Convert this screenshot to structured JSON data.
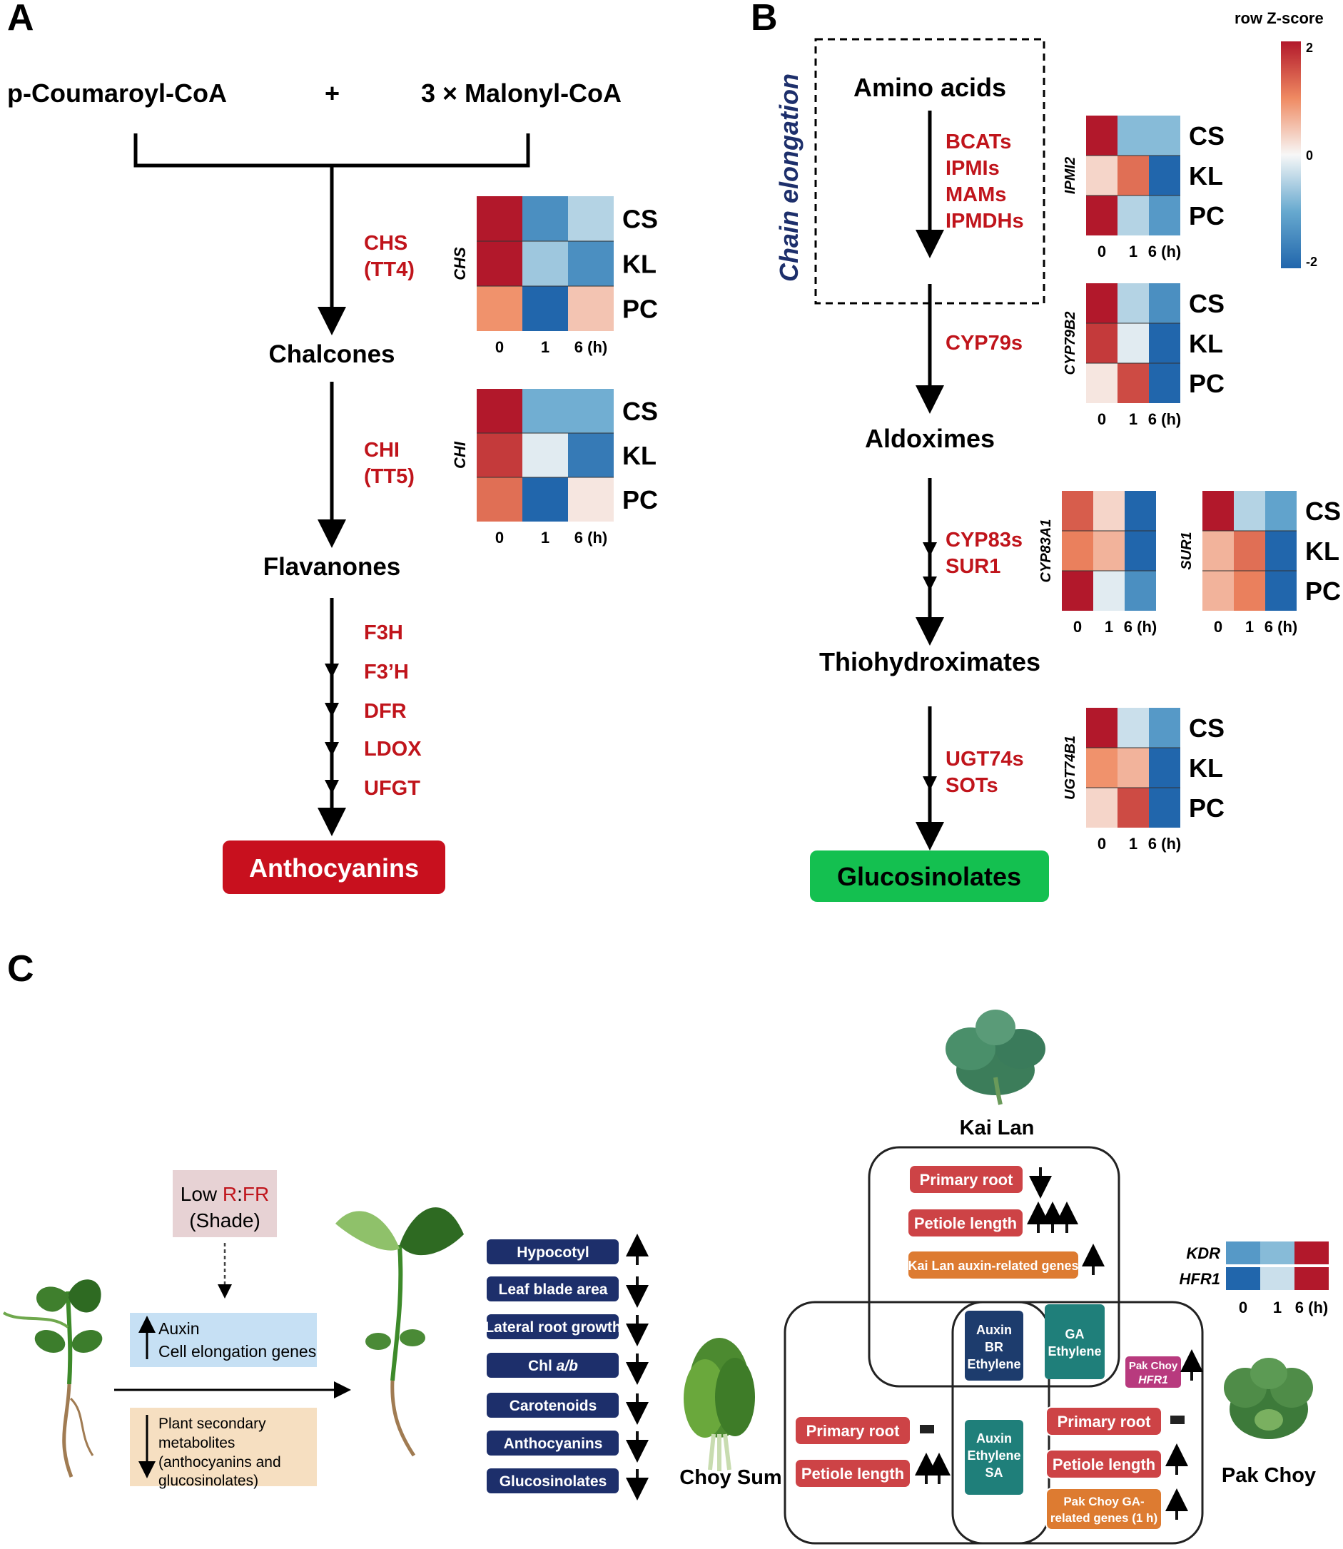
{
  "colors": {
    "enzyme": "#c0141b",
    "heat_red": "#b2182b",
    "heat_blue": "#2166ac",
    "anthocyanin_box": "#c8101e",
    "glucosinolate_box": "#14c050",
    "navy": "#1d2f6b",
    "teal": "#1f7f7a",
    "red_box": "#cd4346",
    "orange_box": "#dd7b31",
    "magenta_box": "#b83a7e"
  },
  "panelA": {
    "label": "A",
    "substrate1": "p-Coumaroyl-CoA",
    "plus": "+",
    "substrate2": "3 × Malonyl-CoA",
    "enzyme_chs_1": "CHS",
    "enzyme_chs_2": "(TT4)",
    "product_chalcones": "Chalcones",
    "enzyme_chi_1": "CHI",
    "enzyme_chi_2": "(TT5)",
    "product_flavanones": "Flavanones",
    "enzymes_late": [
      "F3H",
      "F3’H",
      "DFR",
      "LDOX",
      "UFGT"
    ],
    "end_product": "Anthocyanins"
  },
  "panelB": {
    "label": "B",
    "chain_label": "Chain elongation",
    "amino_acids": "Amino acids",
    "enzymes_chain": [
      "BCATs",
      "IPMIs",
      "MAMs",
      "IPMDHs"
    ],
    "enzyme_cyp79": "CYP79s",
    "aldoximes": "Aldoximes",
    "enzymes_cyp83": [
      "CYP83s",
      "SUR1"
    ],
    "thiohydroximates": "Thiohydroximates",
    "enzymes_ugt": [
      "UGT74s",
      "SOTs"
    ],
    "end_product": "Glucosinolates"
  },
  "legend": {
    "title": "row Z-score",
    "max": "2",
    "mid": "0",
    "min": "-2"
  },
  "heatmaps": {
    "rows": [
      "CS",
      "KL",
      "PC"
    ],
    "cols": [
      "0",
      "1",
      "6 (h)"
    ],
    "CHS": {
      "gene": "CHS",
      "values": [
        [
          1.3,
          -0.9,
          -0.3
        ],
        [
          1.3,
          -0.4,
          -0.9
        ],
        [
          0.6,
          -1.4,
          0.3
        ]
      ]
    },
    "CHI": {
      "gene": "CHI",
      "values": [
        [
          1.3,
          -0.6,
          -0.6
        ],
        [
          1.1,
          -0.1,
          -1.1
        ],
        [
          0.8,
          -1.4,
          0.1
        ]
      ]
    },
    "IPMI2": {
      "gene": "IPMI2",
      "values": [
        [
          1.3,
          -0.5,
          -0.5
        ],
        [
          0.2,
          0.8,
          -1.3
        ],
        [
          1.3,
          -0.3,
          -0.8
        ]
      ]
    },
    "CYP79B2": {
      "gene": "CYP79B2",
      "values": [
        [
          1.3,
          -0.3,
          -0.9
        ],
        [
          1.1,
          -0.1,
          -1.3
        ],
        [
          0.1,
          1.0,
          -1.3
        ]
      ]
    },
    "CYP83A1": {
      "gene": "CYP83A1",
      "values": [
        [
          0.9,
          0.2,
          -1.3
        ],
        [
          0.7,
          0.4,
          -1.3
        ],
        [
          1.3,
          -0.1,
          -0.9
        ]
      ]
    },
    "SUR1": {
      "gene": "SUR1",
      "values": [
        [
          1.3,
          -0.3,
          -0.7
        ],
        [
          0.4,
          0.8,
          -1.3
        ],
        [
          0.4,
          0.7,
          -1.3
        ]
      ]
    },
    "UGT74B1": {
      "gene": "UGT74B1",
      "values": [
        [
          1.3,
          -0.2,
          -0.8
        ],
        [
          0.6,
          0.4,
          -1.3
        ],
        [
          0.2,
          1.0,
          -1.3
        ]
      ]
    },
    "KDR_HFR1": {
      "rows": [
        "KDR",
        "HFR1"
      ],
      "values": [
        [
          -0.8,
          -0.5,
          1.3
        ],
        [
          -1.3,
          -0.2,
          1.3
        ]
      ]
    }
  },
  "panelC": {
    "label": "C",
    "shade_1a": "Low ",
    "shade_1b": "R",
    "shade_1c": ":",
    "shade_1d": "FR",
    "shade_2": "(Shade)",
    "auxin_1": "Auxin",
    "auxin_2": "Cell elongation genes",
    "meta_1": "Plant secondary",
    "meta_2": "metabolites",
    "meta_3": "(anthocyanins and",
    "meta_4": "glucosinolates)",
    "traits": [
      {
        "label": "Hypocotyl",
        "dir": "up"
      },
      {
        "label": "Leaf blade area",
        "dir": "down"
      },
      {
        "label": "Lateral root growth",
        "dir": "down"
      },
      {
        "label_a": "Chl ",
        "label_b": "a/b",
        "dir": "down"
      },
      {
        "label": "Carotenoids",
        "dir": "down"
      },
      {
        "label": "Anthocyanins",
        "dir": "down"
      },
      {
        "label": "Glucosinolates",
        "dir": "down"
      }
    ],
    "kai_lan": "Kai Lan",
    "choy_sum": "Choy Sum",
    "pak_choy": "Pak Choy",
    "kl_primary_root": "Primary root",
    "kl_petiole": "Petiole length",
    "kl_auxin_genes": "Kai Lan auxin-related genes",
    "center_1": [
      "Auxin",
      "BR",
      "Ethylene"
    ],
    "center_2": [
      "GA",
      "Ethylene"
    ],
    "center_3": [
      "Auxin",
      "Ethylene",
      "SA"
    ],
    "pc_hfr1_1": "Pak Choy",
    "pc_hfr1_2": "HFR1",
    "cs_primary_root": "Primary root",
    "cs_petiole": "Petiole length",
    "pc_primary_root": "Primary root",
    "pc_petiole": "Petiole length",
    "pc_ga_1": "Pak Choy GA-",
    "pc_ga_2": "related genes (1 h)"
  }
}
